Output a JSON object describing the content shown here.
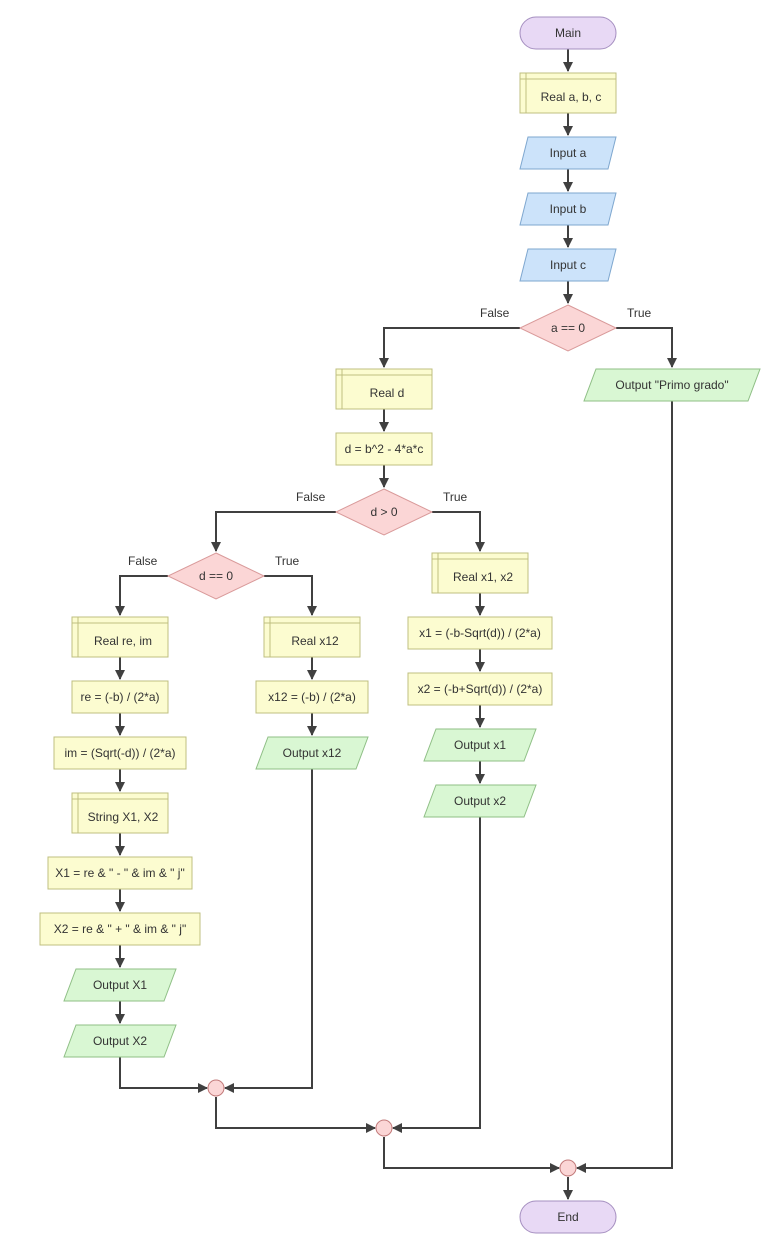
{
  "flowchart": {
    "main": "Main",
    "decl_abc": "Real a, b, c",
    "input_a": "Input a",
    "input_b": "Input b",
    "input_c": "Input c",
    "cond_a": "a == 0",
    "output_primo": "Output \"Primo grado\"",
    "decl_d": "Real d",
    "assign_d": "d = b^2 - 4*a*c",
    "cond_d_pos": "d > 0",
    "decl_x1x2": "Real x1, x2",
    "assign_x1": "x1 = (-b-Sqrt(d)) / (2*a)",
    "assign_x2": "x2 = (-b+Sqrt(d)) / (2*a)",
    "output_x1": "Output x1",
    "output_x2": "Output x2",
    "cond_d_zero": "d == 0",
    "decl_x12": "Real x12",
    "assign_x12": "x12 = (-b) / (2*a)",
    "output_x12": "Output x12",
    "decl_reim": "Real re, im",
    "assign_re": "re = (-b) / (2*a)",
    "assign_im": "im = (Sqrt(-d)) / (2*a)",
    "decl_X1X2": "String X1, X2",
    "assign_X1": "X1 = re & \" - \" & im & \" j\"",
    "assign_X2": "X2 = re & \" + \" & im & \" j\"",
    "output_X1": "Output X1",
    "output_X2": "Output X2",
    "end": "End",
    "label_false": "False",
    "label_true": "True"
  },
  "colors": {
    "terminal": "#e8d9f5",
    "declare": "#fcfcd0",
    "input": "#cce3fa",
    "output": "#d9f7d3",
    "decision": "#fbd6d6"
  }
}
